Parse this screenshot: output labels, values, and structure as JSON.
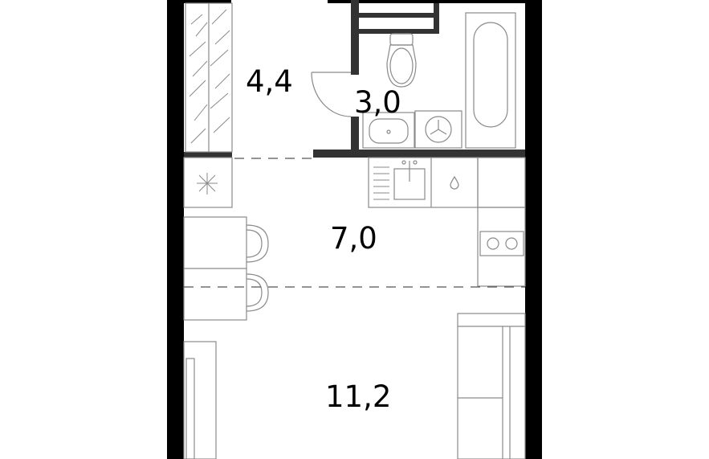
{
  "rooms": [
    {
      "id": "hall",
      "area": "4,4"
    },
    {
      "id": "bathroom",
      "area": "3,0"
    },
    {
      "id": "kitchen",
      "area": "7,0"
    },
    {
      "id": "living",
      "area": "11,2"
    }
  ],
  "colors": {
    "wall": "#000000",
    "partition": "#333333",
    "furniture": "#8a8a8a",
    "background": "#ffffff"
  }
}
